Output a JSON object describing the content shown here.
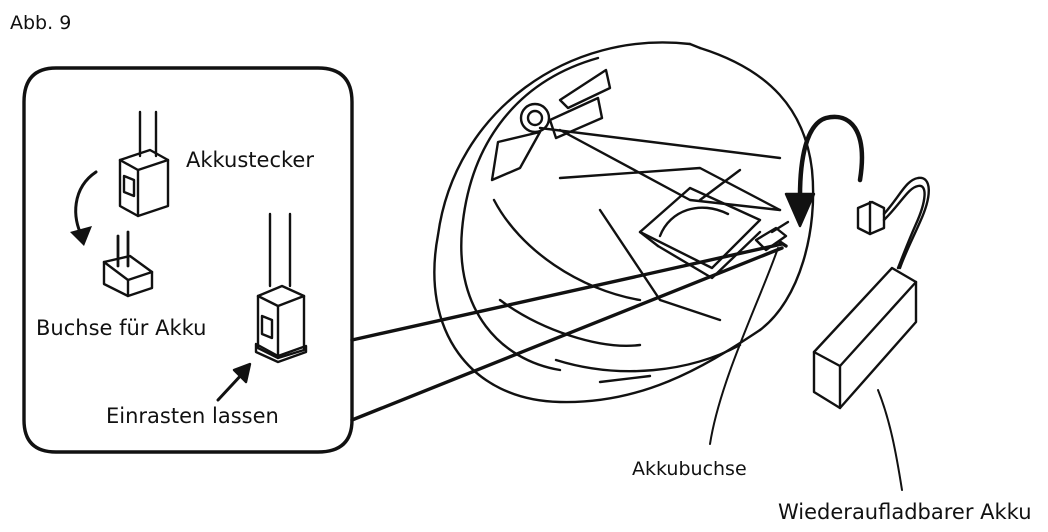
{
  "figure_label": "Abb. 9",
  "labels": {
    "plug": "Akkustecker",
    "socket": "Buchse für Akku",
    "snap": "Einrasten lassen",
    "battery_socket": "Akkubuchse",
    "battery": "Wiederaufladbarer Akku"
  }
}
